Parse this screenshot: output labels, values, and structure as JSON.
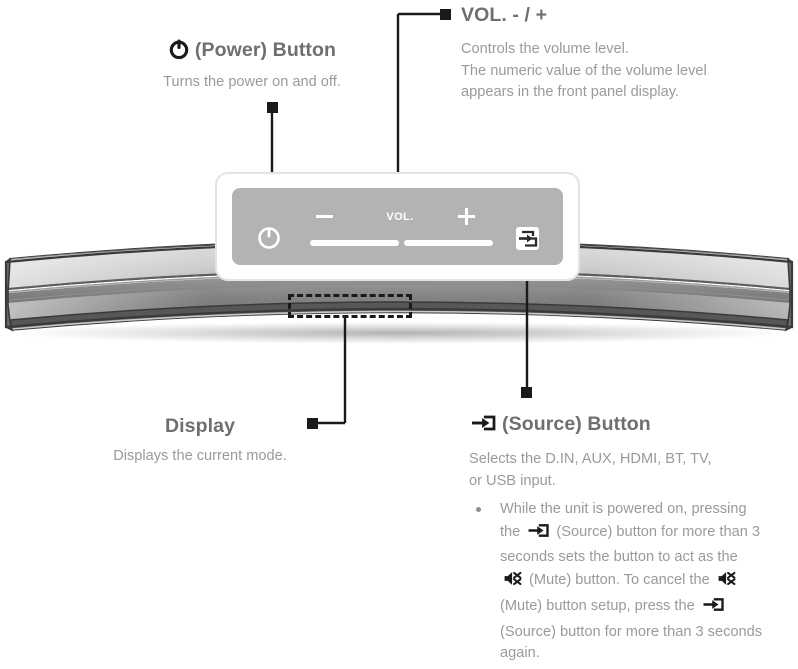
{
  "page": {
    "background": "#ffffff",
    "text_color": "#9a9a9a",
    "heading_color": "#6f6f6f",
    "accent_line_color": "#1a1a1a"
  },
  "callouts": {
    "power": {
      "icon": "power-icon",
      "heading": "(Power) Button",
      "description": "Turns the power on and off."
    },
    "volume": {
      "heading": "VOL. - / +",
      "description_lines": [
        "Controls the volume level.",
        "The numeric value of the volume level",
        "appears in the front panel display."
      ]
    },
    "display": {
      "heading": "Display",
      "description": "Displays the current mode."
    },
    "source": {
      "icon": "source-icon",
      "heading": "(Source) Button",
      "description_lines": [
        "Selects the D.IN, AUX, HDMI, BT, TV,",
        "or USB input."
      ],
      "bullets": [
        {
          "segments": [
            {
              "type": "text",
              "value": "While the unit is powered on, pressing the "
            },
            {
              "type": "icon",
              "value": "source-icon"
            },
            {
              "type": "text",
              "value": " (Source) button for more than 3 seconds sets the button to act as the "
            },
            {
              "type": "icon",
              "value": "mute-icon"
            },
            {
              "type": "text",
              "value": " (Mute) button. To cancel the "
            },
            {
              "type": "icon",
              "value": "mute-icon"
            },
            {
              "type": "text",
              "value": " (Mute) button setup, press the "
            },
            {
              "type": "icon",
              "value": "source-icon"
            },
            {
              "type": "text",
              "value": " (Source) button for more than 3 seconds again."
            }
          ]
        }
      ]
    }
  },
  "control_panel": {
    "power_icon": "power-icon",
    "volume_label": "VOL.",
    "volume_minus": "-",
    "volume_plus": "+",
    "source_icon": "source-icon",
    "panel_color": "#b3b3b3",
    "bezel_color": "#e3e3e3"
  },
  "soundbar": {
    "name": "curved-soundbar",
    "body_top_color": "#d8d8d8",
    "body_bottom_color": "#6f6f6f",
    "outline_color": "#3a3a3a"
  }
}
